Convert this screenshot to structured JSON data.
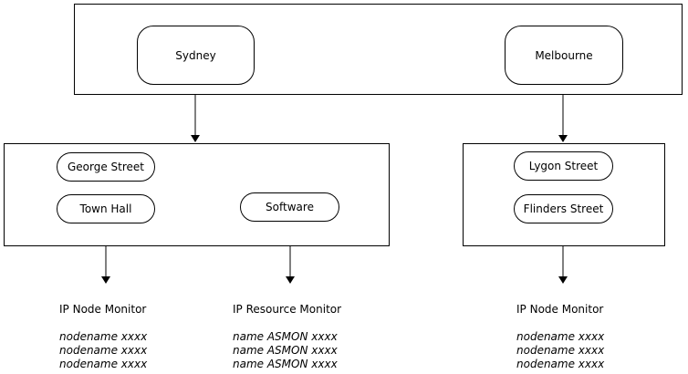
{
  "regions": {
    "sydney": "Sydney",
    "melbourne": "Melbourne"
  },
  "sydney_locations": {
    "george_street": "George Street",
    "town_hall": "Town Hall",
    "software": "Software"
  },
  "melbourne_locations": {
    "lygon_street": "Lygon Street",
    "flinders_street": "Flinders Street"
  },
  "monitors": {
    "town_hall": {
      "title": "IP Node Monitor",
      "entries": [
        "nodename xxxx",
        "nodename xxxx",
        "nodename xxxx"
      ]
    },
    "software": {
      "title": "IP Resource Monitor",
      "entries": [
        "name ASMON xxxx",
        "name ASMON xxxx",
        "name ASMON xxxx"
      ]
    },
    "flinders_street": {
      "title": "IP Node Monitor",
      "entries": [
        "nodename xxxx",
        "nodename xxxx",
        "nodename xxxx"
      ]
    }
  }
}
